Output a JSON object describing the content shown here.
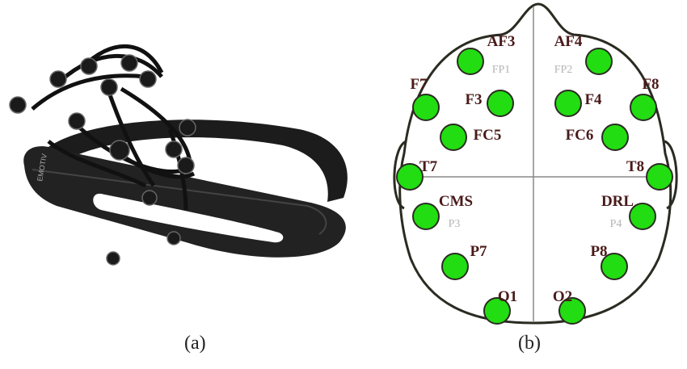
{
  "panel_a": {
    "caption": "(a)",
    "logo_text": "EMOTIV"
  },
  "panel_b": {
    "caption": "(b)",
    "electrode_color": "#22dd11",
    "outline_color": "#2b2b22",
    "electrodes": [
      {
        "name": "AF3",
        "alt": "FP1"
      },
      {
        "name": "AF4",
        "alt": "FP2"
      },
      {
        "name": "F7"
      },
      {
        "name": "F3"
      },
      {
        "name": "F4"
      },
      {
        "name": "F8"
      },
      {
        "name": "FC5"
      },
      {
        "name": "FC6"
      },
      {
        "name": "T7"
      },
      {
        "name": "T8"
      },
      {
        "name": "CMS",
        "alt": "P3"
      },
      {
        "name": "DRL",
        "alt": "P4"
      },
      {
        "name": "P7"
      },
      {
        "name": "P8"
      },
      {
        "name": "O1"
      },
      {
        "name": "O2"
      }
    ]
  }
}
